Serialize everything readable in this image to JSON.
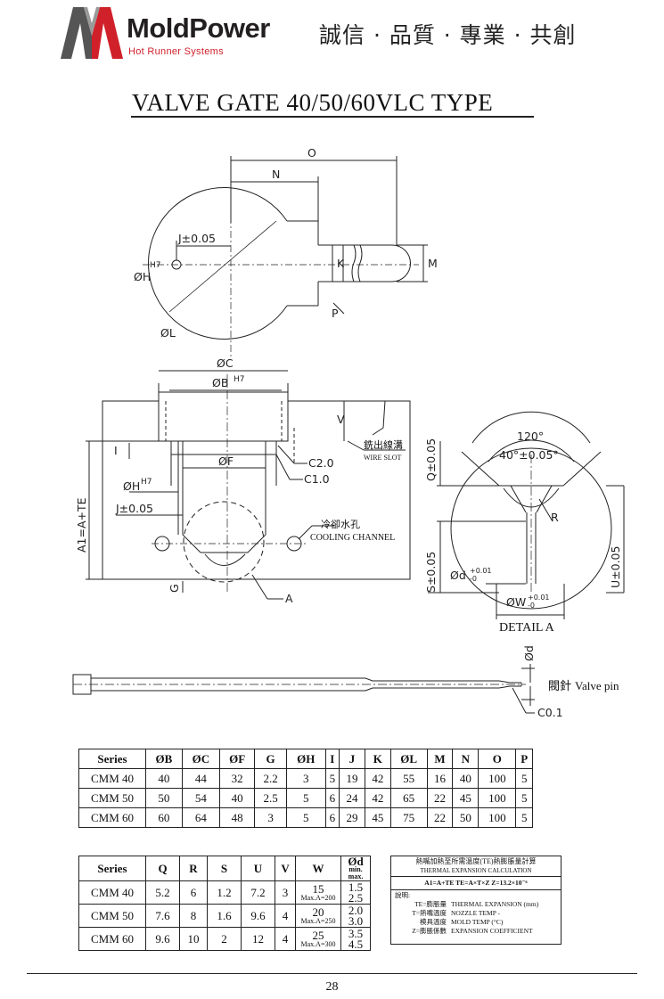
{
  "header": {
    "brand": "MoldPower",
    "tagline": "Hot Runner Systems",
    "slogan": "誠信 · 品質 · 專業 · 共創"
  },
  "page_title": "VALVE GATE 40/50/60VLC TYPE",
  "drawing": {
    "top_view": {
      "O": "O",
      "N": "N",
      "J": "J±0.05",
      "H": "ØH",
      "H_sup": "H7",
      "L": "ØL",
      "K": "K",
      "M": "M",
      "P": "P"
    },
    "section": {
      "C": "ØC",
      "B": "ØB",
      "B_sup": "H7",
      "V": "V",
      "I": "I",
      "H": "ØH",
      "H_sup": "H7",
      "F": "ØF",
      "C2": "C2.0",
      "C1": "C1.0",
      "J": "J±0.05",
      "A1": "A1=A+TE",
      "G": "G",
      "A": "A",
      "wire_cn": "銑出線溝",
      "wire_en": "WIRE SLOT",
      "cool_cn": "冷卻水孔",
      "cool_en": "COOLING CHANNEL"
    },
    "detail": {
      "angle1": "120°",
      "angle2": "40°±0.05°",
      "Q": "Q±0.05",
      "S": "S±0.05",
      "U": "U±0.05",
      "R": "R",
      "d": "Ød",
      "d_tol": "+0.01",
      "d_tol2": "-0",
      "W": "ØW",
      "W_tol": "+0.01",
      "W_tol2": "-0",
      "title": "DETAIL A"
    },
    "pin": {
      "d": "Ød",
      "label_cn": "閥針",
      "label_en": "Valve pin",
      "C": "C0.1"
    }
  },
  "table1": {
    "headers": [
      "Series",
      "ØB",
      "ØC",
      "ØF",
      "G",
      "ØH",
      "I",
      "J",
      "K",
      "ØL",
      "M",
      "N",
      "O",
      "P"
    ],
    "rows": [
      [
        "CMM 40",
        "40",
        "44",
        "32",
        "2.2",
        "3",
        "5",
        "19",
        "42",
        "55",
        "16",
        "40",
        "100",
        "5"
      ],
      [
        "CMM 50",
        "50",
        "54",
        "40",
        "2.5",
        "5",
        "6",
        "24",
        "42",
        "65",
        "22",
        "45",
        "100",
        "5"
      ],
      [
        "CMM 60",
        "60",
        "64",
        "48",
        "3",
        "5",
        "6",
        "29",
        "45",
        "75",
        "22",
        "50",
        "100",
        "5"
      ]
    ]
  },
  "table2": {
    "headers": [
      "Series",
      "Q",
      "R",
      "S",
      "U",
      "V",
      "W",
      "Ød"
    ],
    "d_unit": "min. max.",
    "rows": [
      {
        "series": "CMM 40",
        "Q": "5.2",
        "R": "6",
        "S": "1.2",
        "U": "7.2",
        "V": "3",
        "W": "15",
        "W_max": "Max.A=200",
        "d_min": "1.5",
        "d_max": "2.5"
      },
      {
        "series": "CMM 50",
        "Q": "7.6",
        "R": "8",
        "S": "1.6",
        "U": "9.6",
        "V": "4",
        "W": "20",
        "W_max": "Max.A=250",
        "d_min": "2.0",
        "d_max": "3.0"
      },
      {
        "series": "CMM 60",
        "Q": "9.6",
        "R": "10",
        "S": "2",
        "U": "12",
        "V": "4",
        "W": "25",
        "W_max": "Max.A=300",
        "d_min": "3.5",
        "d_max": "4.5"
      }
    ]
  },
  "calc_box": {
    "title_cn": "熱嘴加熱至所需溫度(TE)熱膨脹量計算",
    "title_en": "THERMAL EXPANSION CALCULATION",
    "formula": "A1=A+TE   TE=A×T×Z   Z=13.2×10⁻⁶",
    "legend_title": "說明:",
    "legend": [
      {
        "k": "TE=膨脹量",
        "v": "THERMAL EXPANSION (mm)"
      },
      {
        "k": "T=熱嘴溫度",
        "v": "NOZZLE TEMP -"
      },
      {
        "k": "模具溫度",
        "v": "MOLD TEMP (°C)"
      },
      {
        "k": "Z=膨脹係數",
        "v": "EXPANSION COEFFICIENT"
      }
    ]
  },
  "page_number": "28",
  "colors": {
    "brand_red": "#d0202a",
    "brand_gray": "#555555",
    "line": "#222222"
  }
}
